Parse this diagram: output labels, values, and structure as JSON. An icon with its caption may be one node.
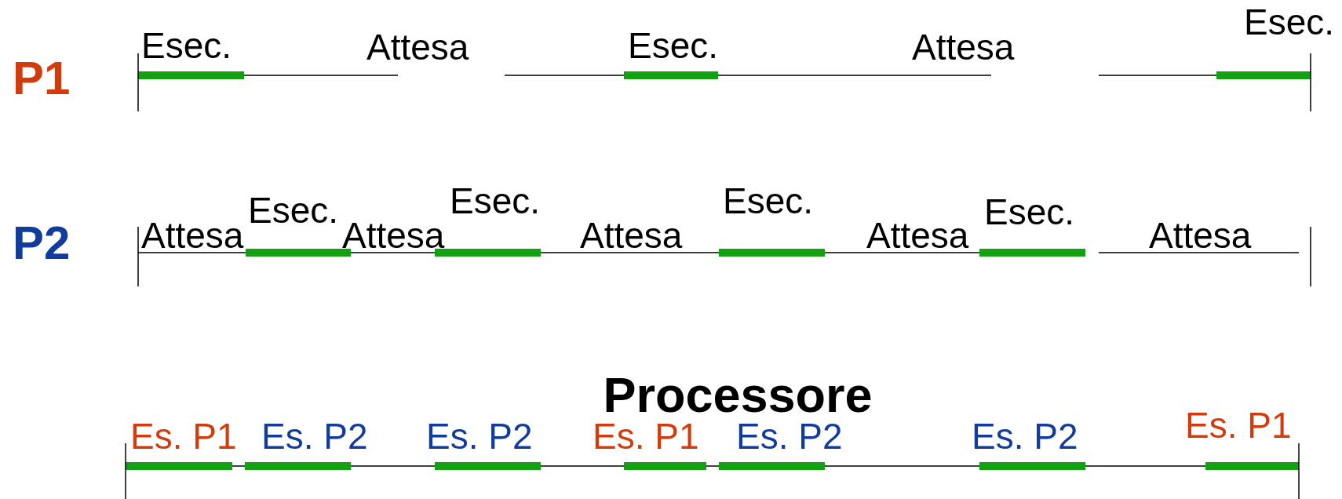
{
  "diagram": {
    "labels": [
      "P1",
      "Esec.",
      "Attesa",
      "Esec.",
      "Attesa",
      "Esec.",
      "P2",
      "Attesa",
      "Esec.",
      "Attesa",
      "Esec.",
      "Attesa",
      "Esec.",
      "Attesa",
      "Esec.",
      "Attesa",
      "Processore",
      "Es. P1",
      "Es. P2",
      "Es. P2",
      "Es. P1",
      "Es. P2",
      "Es. P2",
      "Es. P1"
    ]
  }
}
